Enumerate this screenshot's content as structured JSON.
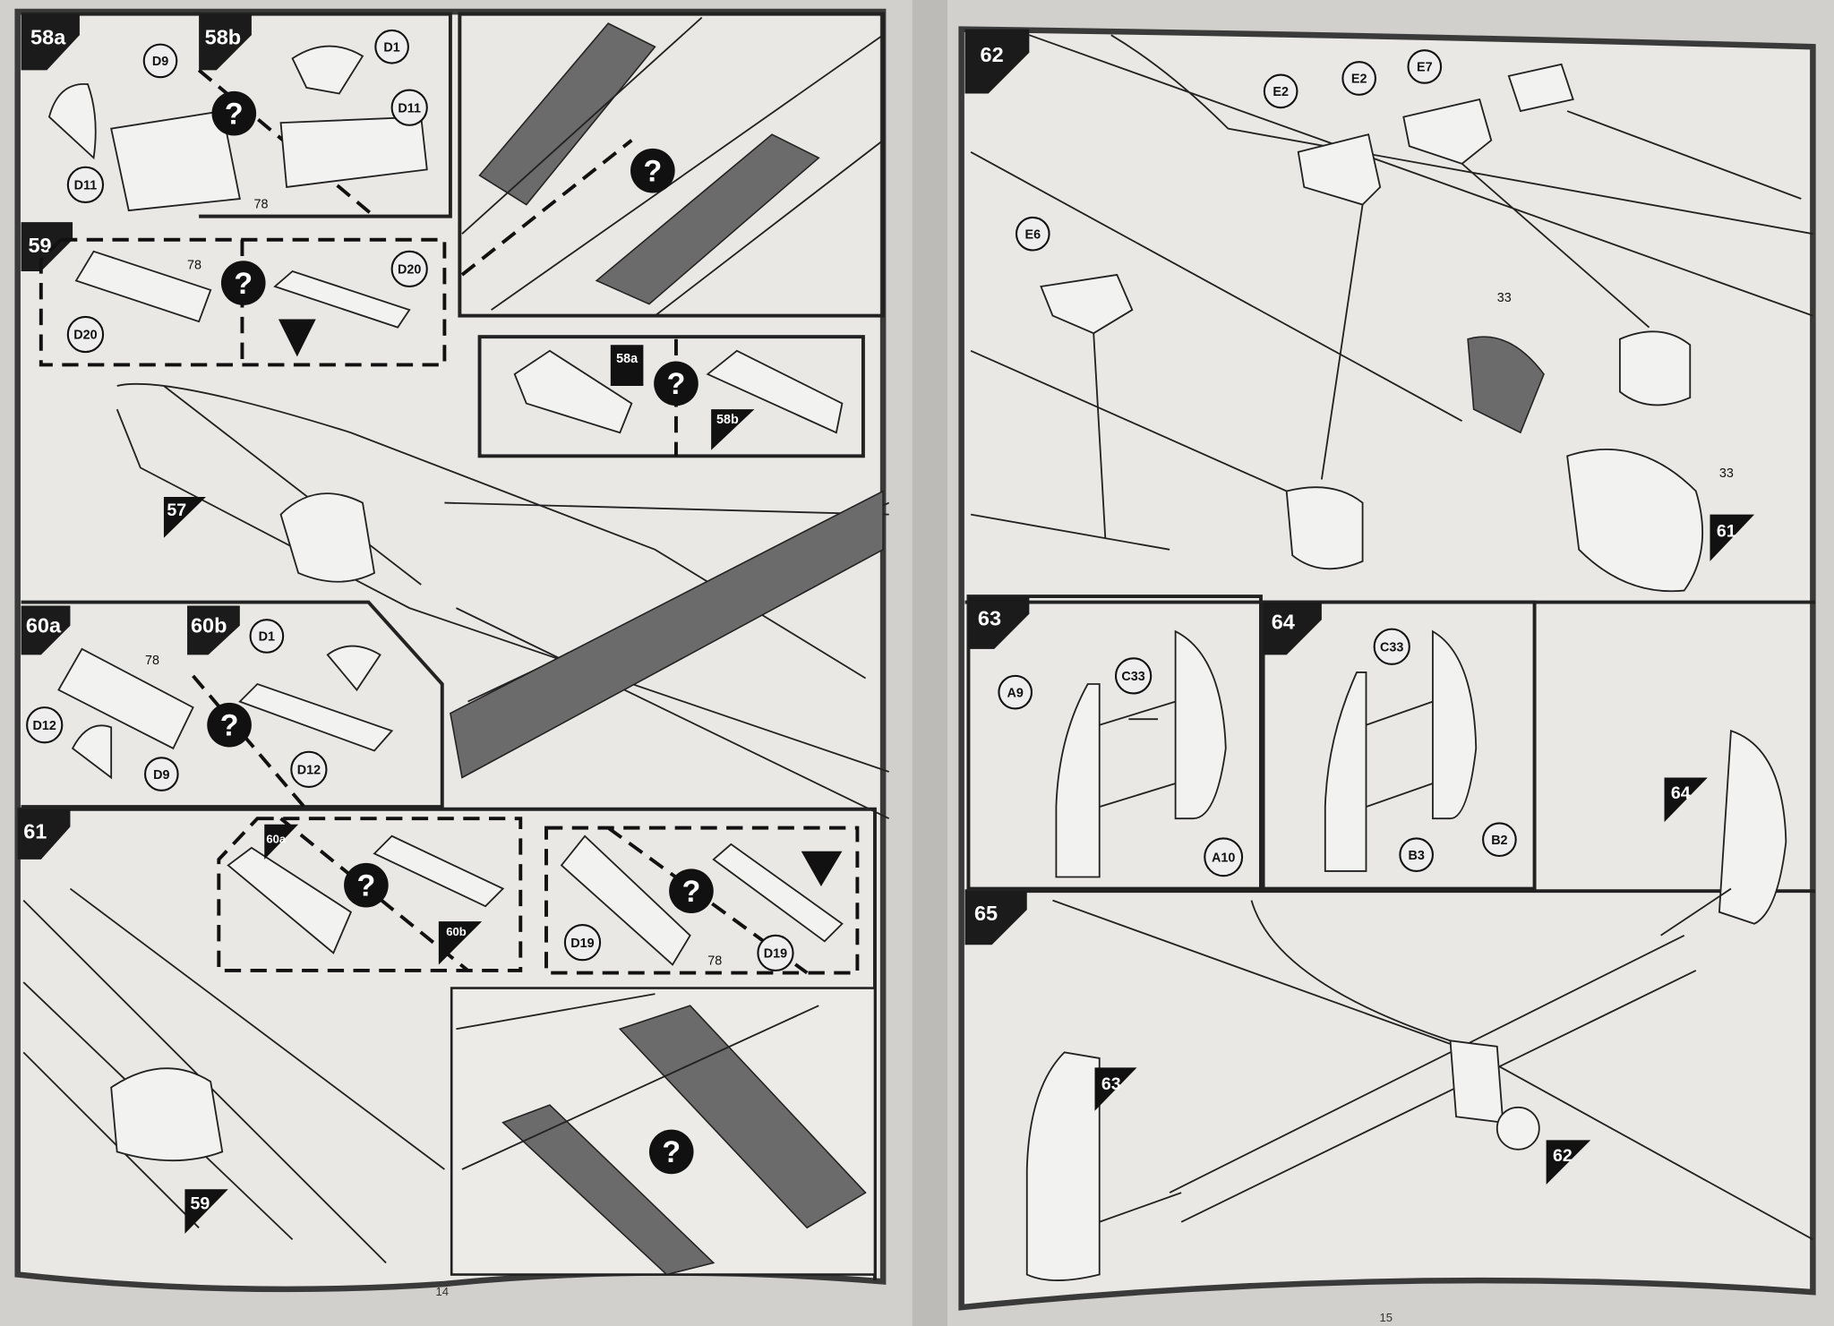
{
  "left_page": {
    "page_number": "14",
    "steps": {
      "s58a": "58a",
      "s58b": "58b",
      "s59": "59",
      "s60a": "60a",
      "s60b": "60b",
      "s61": "61"
    },
    "parts": {
      "p58a_d9": "D9",
      "p58a_d11": "D11",
      "p58a_78": "78",
      "p58b_d1": "D1",
      "p58b_d11": "D11",
      "p59_d20a": "D20",
      "p59_d20b": "D20",
      "p59_78": "78",
      "p60a_d12": "D12",
      "p60a_d9": "D9",
      "p60a_78": "78",
      "p60b_d1": "D1",
      "p60b_d12": "D12",
      "p61_d19a": "D19",
      "p61_d19b": "D19",
      "p61_78": "78"
    },
    "markers": {
      "m57": "57",
      "m58a": "58a",
      "m58b": "58b",
      "m60a": "60a",
      "m60b": "60b",
      "m59": "59"
    }
  },
  "right_page": {
    "page_number": "15",
    "steps": {
      "s62": "62",
      "s63": "63",
      "s64": "64",
      "s65": "65"
    },
    "parts": {
      "e2a": "E2",
      "e2b": "E2",
      "e7": "E7",
      "e6": "E6",
      "n33a": "33",
      "n33b": "33",
      "c33a": "C33",
      "a9": "A9",
      "a10": "A10",
      "c33b": "C33",
      "b2": "B2",
      "b3": "B3"
    },
    "markers": {
      "m61": "61",
      "m64": "64",
      "m63": "63",
      "m62": "62"
    }
  },
  "icons": {
    "question": "?"
  }
}
